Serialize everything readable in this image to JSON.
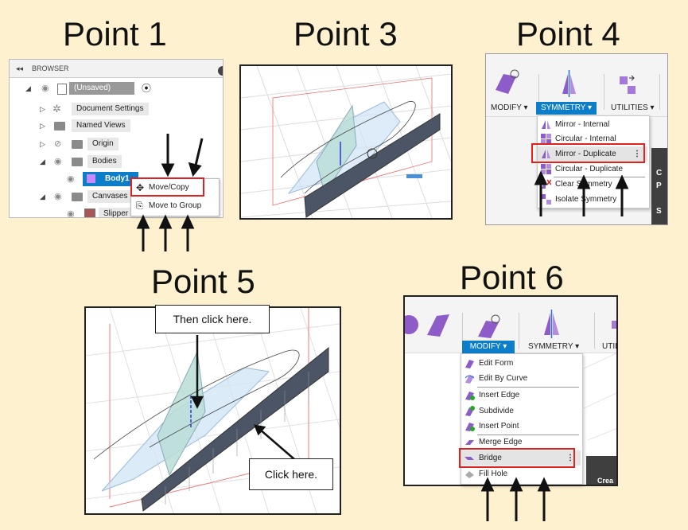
{
  "headings": {
    "point1": "Point 1",
    "point3": "Point 3",
    "point4": "Point 4",
    "point5": "Point 5",
    "point6": "Point 6"
  },
  "browser": {
    "title": "BROWSER",
    "root": "(Unsaved)",
    "items": [
      "Document Settings",
      "Named Views",
      "Origin",
      "Bodies",
      "Body1",
      "Canvases",
      "Slipper"
    ],
    "context_menu": [
      "Move/Copy",
      "Move to Group"
    ]
  },
  "toolbar4": {
    "modify": "MODIFY ▾",
    "symmetry": "SYMMETRY ▾",
    "utilities": "UTILITIES ▾",
    "menu": [
      "Mirror - Internal",
      "Circular - Internal",
      "Mirror - Duplicate",
      "Circular - Duplicate",
      "Clear Symmetry",
      "Isolate Symmetry"
    ],
    "more": "⋮",
    "side_text": "C\nP\n\nS"
  },
  "point5": {
    "callout_top": "Then click here.",
    "callout_bottom": "Click here."
  },
  "toolbar6": {
    "modify": "MODIFY ▾",
    "symmetry": "SYMMETRY ▾",
    "utilities": "UTIL",
    "menu": [
      "Edit Form",
      "Edit By Curve",
      "Insert Edge",
      "Subdivide",
      "Insert Point",
      "Merge Edge",
      "Bridge",
      "Fill Hole"
    ],
    "more": "⋮",
    "side_text": "Crea"
  },
  "colors": {
    "background": "#fdf1cf",
    "highlight": "#e0211f",
    "accent": "#0b7dc9",
    "purple_icon": "#8e5cc9"
  }
}
